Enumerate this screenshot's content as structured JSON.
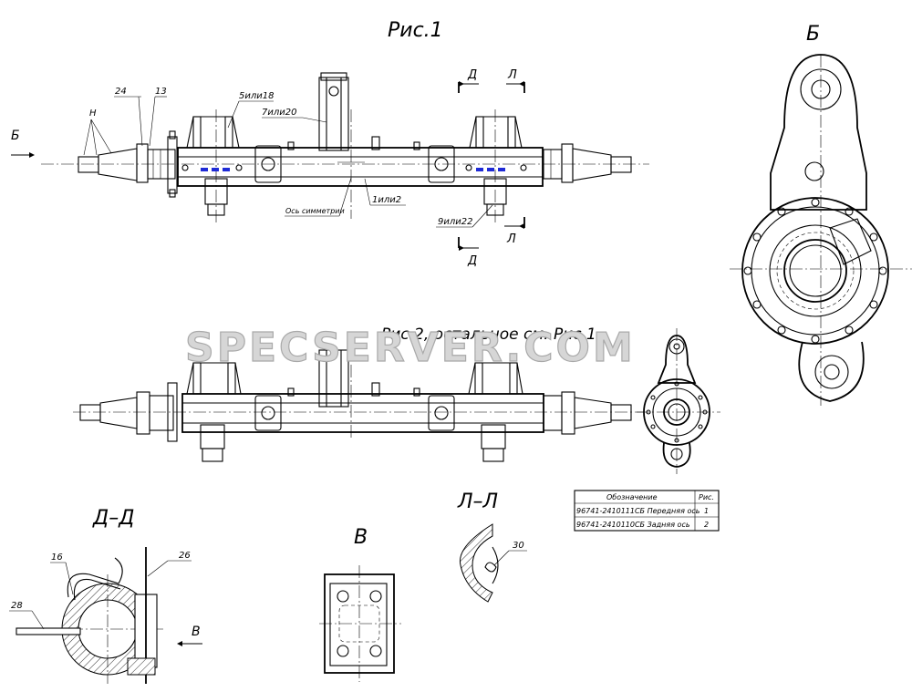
{
  "titles": {
    "fig1": "Рис.1",
    "fig2": "Рис.2, остальное см. Рис.1",
    "view_b": "Б",
    "section_dd": "Д–Д",
    "section_ll": "Л–Л",
    "view_v": "В"
  },
  "callouts": {
    "c24": "24",
    "c13": "13",
    "cH": "H",
    "c5": "5или18",
    "c7": "7или20",
    "c1": "1или2",
    "c9": "9или22",
    "axis": "Ось симметрии",
    "c16": "16",
    "c26": "26",
    "c28": "28",
    "c30": "30"
  },
  "arrows": {
    "b_arrow": "Б",
    "d_top": "Д",
    "d_bottom": "Д",
    "l_top": "Л",
    "l_bottom": "Л",
    "v_arrow": "В"
  },
  "spec_table": {
    "headers": [
      "Обозначение",
      "Рис."
    ],
    "rows": [
      {
        "designation": "96741-2410111СБ Передняя ось",
        "fig": "1"
      },
      {
        "designation": "96741-2410110СБ Задняя ось",
        "fig": "2"
      }
    ]
  },
  "watermark": "SPECSERVER.COM"
}
